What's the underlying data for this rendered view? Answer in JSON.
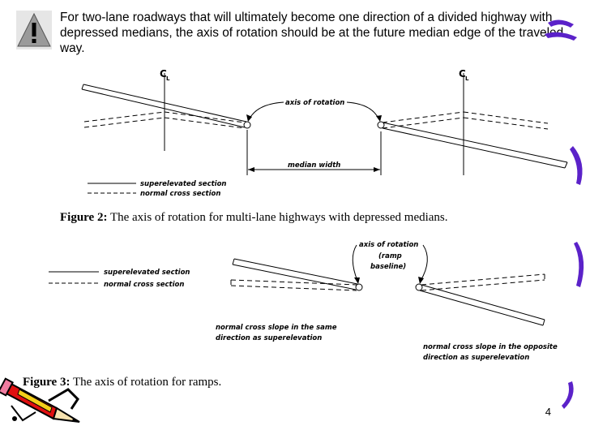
{
  "intro_text": "For two-lane roadways that will ultimately become one direction of a divided highway with depressed medians, the axis of rotation should be at the future median edge of the traveled way.",
  "figure2": {
    "centerline_symbol": "C",
    "centerline_sub": "L",
    "axis_label": "axis of rotation",
    "median_label": "median width",
    "legend_super": "superelevated section",
    "legend_normal": "normal cross section",
    "caption_label": "Figure 2:",
    "caption_text": "The axis of rotation for multi-lane highways with depressed medians."
  },
  "figure3": {
    "legend_super": "superelevated section",
    "legend_normal": "normal cross section",
    "axis_line1": "axis of rotation",
    "axis_line2": "(ramp",
    "axis_line3": "baseline)",
    "note_left_line1": "normal cross slope in the same",
    "note_left_line2": "direction as superelevation",
    "note_right_line1": "normal cross slope in the opposite",
    "note_right_line2": "direction as superelevation",
    "caption_label": "Figure 3:",
    "caption_text": "The axis of rotation for ramps."
  },
  "page_number": "4",
  "colors": {
    "accent_purple": "#5b22c9",
    "pencil_red": "#e01010",
    "pencil_yellow": "#f5cf1a"
  }
}
